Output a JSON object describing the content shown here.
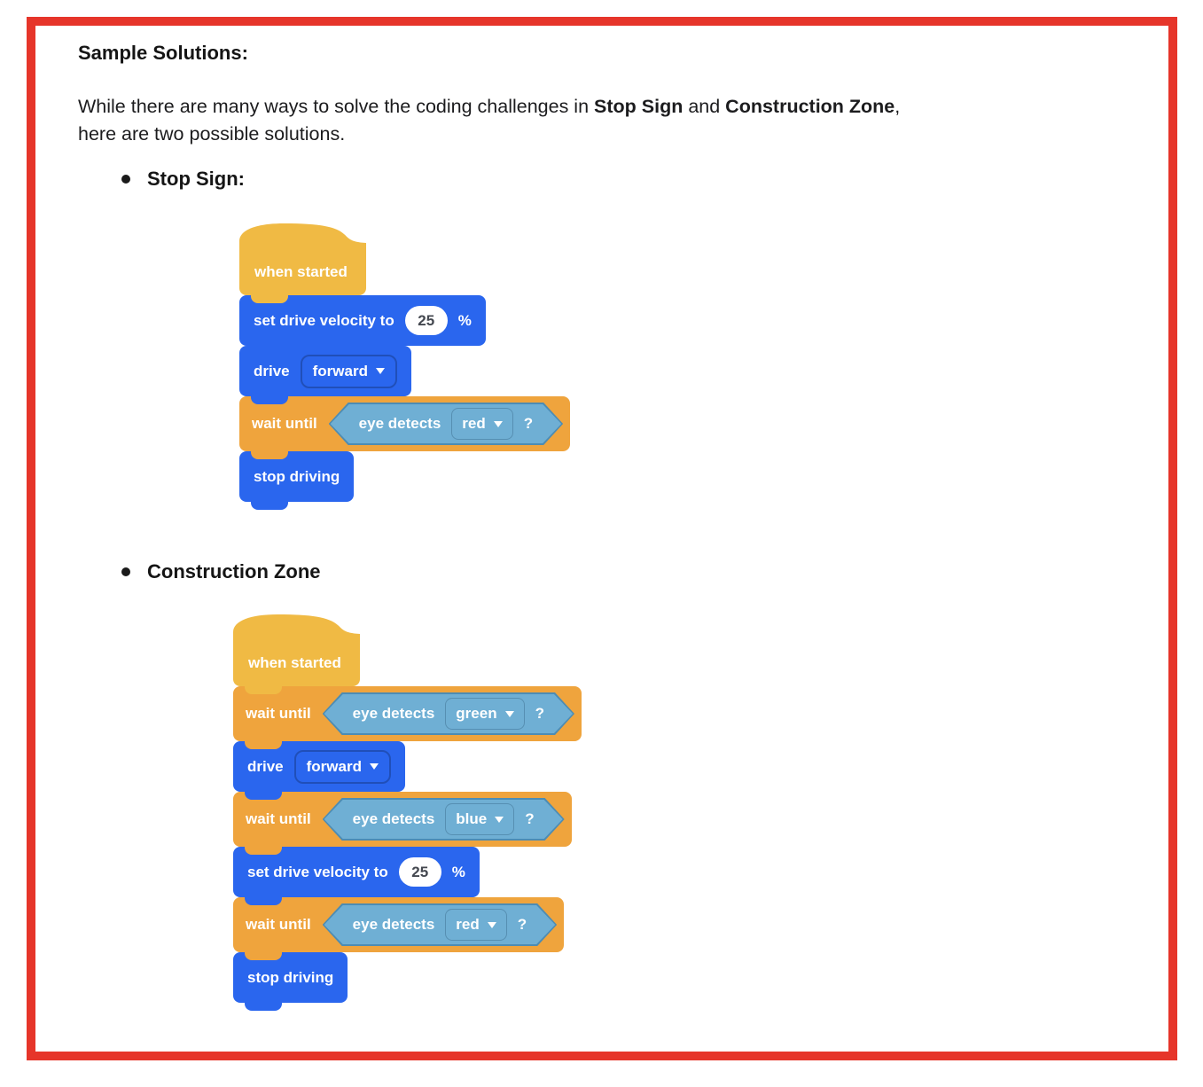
{
  "page": {
    "background": "#ffffff"
  },
  "colors": {
    "page_border": "#e6352a",
    "event_yellow": "#f0ba44",
    "control_orange": "#efa43d",
    "drivetrain_blue": "#2a66ee",
    "boolean_fill": "#6fafd4",
    "boolean_border": "#4d8cb3",
    "value_text": "#444850"
  },
  "heading": "Sample Solutions:",
  "intro": {
    "text_1": "While there are many ways to solve the coding challenges in ",
    "bold_1": "Stop Sign",
    "text_2": " and ",
    "bold_2": "Construction Zone",
    "text_3": ",",
    "line_2": "here are two possible solutions."
  },
  "stop_sign": {
    "bullet_label": "Stop Sign:",
    "hat_label": "when started",
    "set_velocity": {
      "text": "set drive velocity to",
      "value": "25",
      "unit": "%"
    },
    "drive": {
      "text": "drive",
      "option": "forward"
    },
    "wait_until": {
      "text": "wait until",
      "condition": "eye detects",
      "option": "red",
      "suffix": "?"
    },
    "stop_label": "stop driving"
  },
  "construction_zone": {
    "bullet_label": "Construction Zone",
    "hat_label": "when started",
    "wait_green": {
      "text": "wait until",
      "condition": "eye detects",
      "option": "green",
      "suffix": "?"
    },
    "drive": {
      "text": "drive",
      "option": "forward"
    },
    "wait_blue": {
      "text": "wait until",
      "condition": "eye detects",
      "option": "blue",
      "suffix": "?"
    },
    "set_velocity": {
      "text": "set drive velocity to",
      "value": "25",
      "unit": "%"
    },
    "wait_red": {
      "text": "wait until",
      "condition": "eye detects",
      "option": "red",
      "suffix": "?"
    },
    "stop_label": "stop driving"
  }
}
